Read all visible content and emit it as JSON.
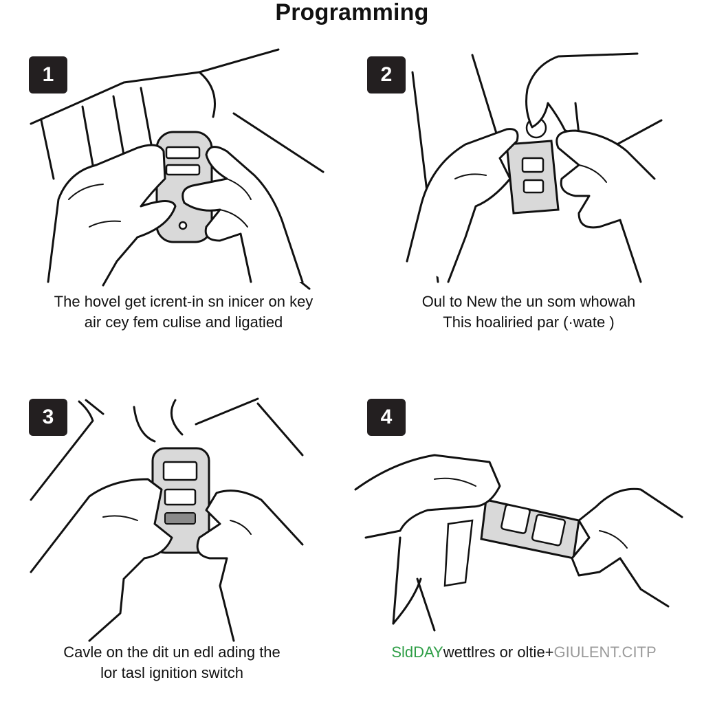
{
  "title": "Programming",
  "steps": [
    {
      "number": "1",
      "caption_lines": [
        "The hovel get icrent-in sn inicer on key",
        "air cey fem culise and ligatied"
      ]
    },
    {
      "number": "2",
      "caption_lines": [
        "Oul to New the un som whowah",
        "This hoaliried par (·wate )"
      ]
    },
    {
      "number": "3",
      "caption_lines": [
        "Cavle on the dit un edl ading the",
        "lor tasl ignition switch"
      ]
    },
    {
      "number": "4",
      "caption_parts": [
        "SldDAY",
        "wettlres or oltie+",
        "GIULENT.CITP"
      ]
    }
  ],
  "colors": {
    "badge_bg": "#231f20",
    "accent_green": "#2e9e46",
    "fob_grey": "#d9d9d9"
  }
}
